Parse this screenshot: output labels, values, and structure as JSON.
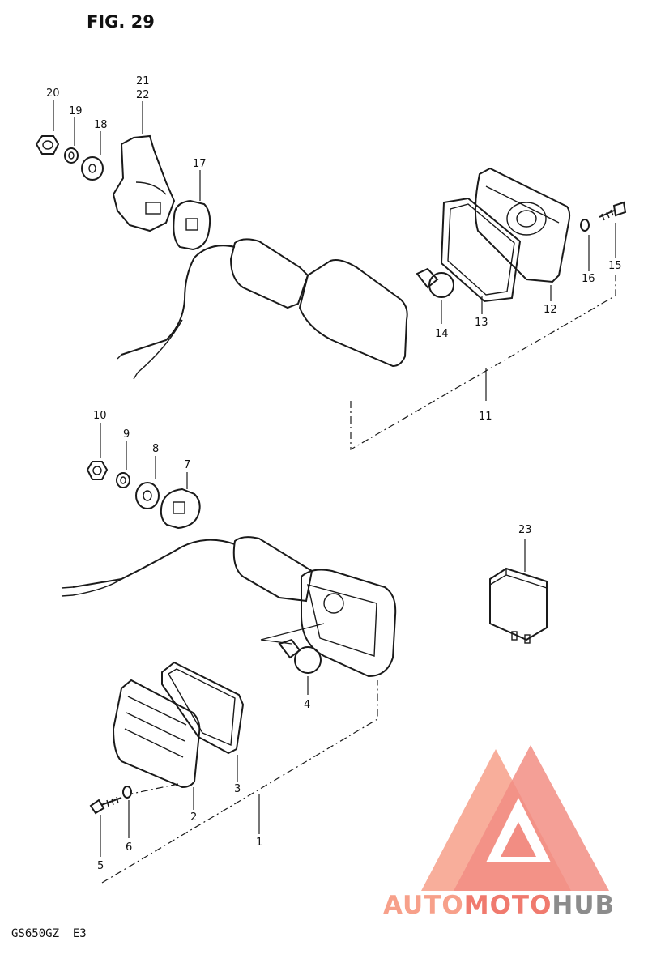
{
  "figure": {
    "title": "FIG. 29",
    "model_code": "GS650GZ  E3"
  },
  "callouts": {
    "c1": "1",
    "c2": "2",
    "c3": "3",
    "c4": "4",
    "c5": "5",
    "c6": "6",
    "c7": "7",
    "c8": "8",
    "c9": "9",
    "c10": "10",
    "c11": "11",
    "c12": "12",
    "c13": "13",
    "c14": "14",
    "c15": "15",
    "c16": "16",
    "c17": "17",
    "c18": "18",
    "c19": "19",
    "c20": "20",
    "c21": "21",
    "c22": "22",
    "c23": "23"
  },
  "watermark": {
    "part1": "AUTO",
    "part2": "MOTO",
    "part3": "HUB",
    "color_light": "#f7a08a",
    "color_mid": "#f07a6e",
    "color_dark": "#8c8c8c"
  }
}
